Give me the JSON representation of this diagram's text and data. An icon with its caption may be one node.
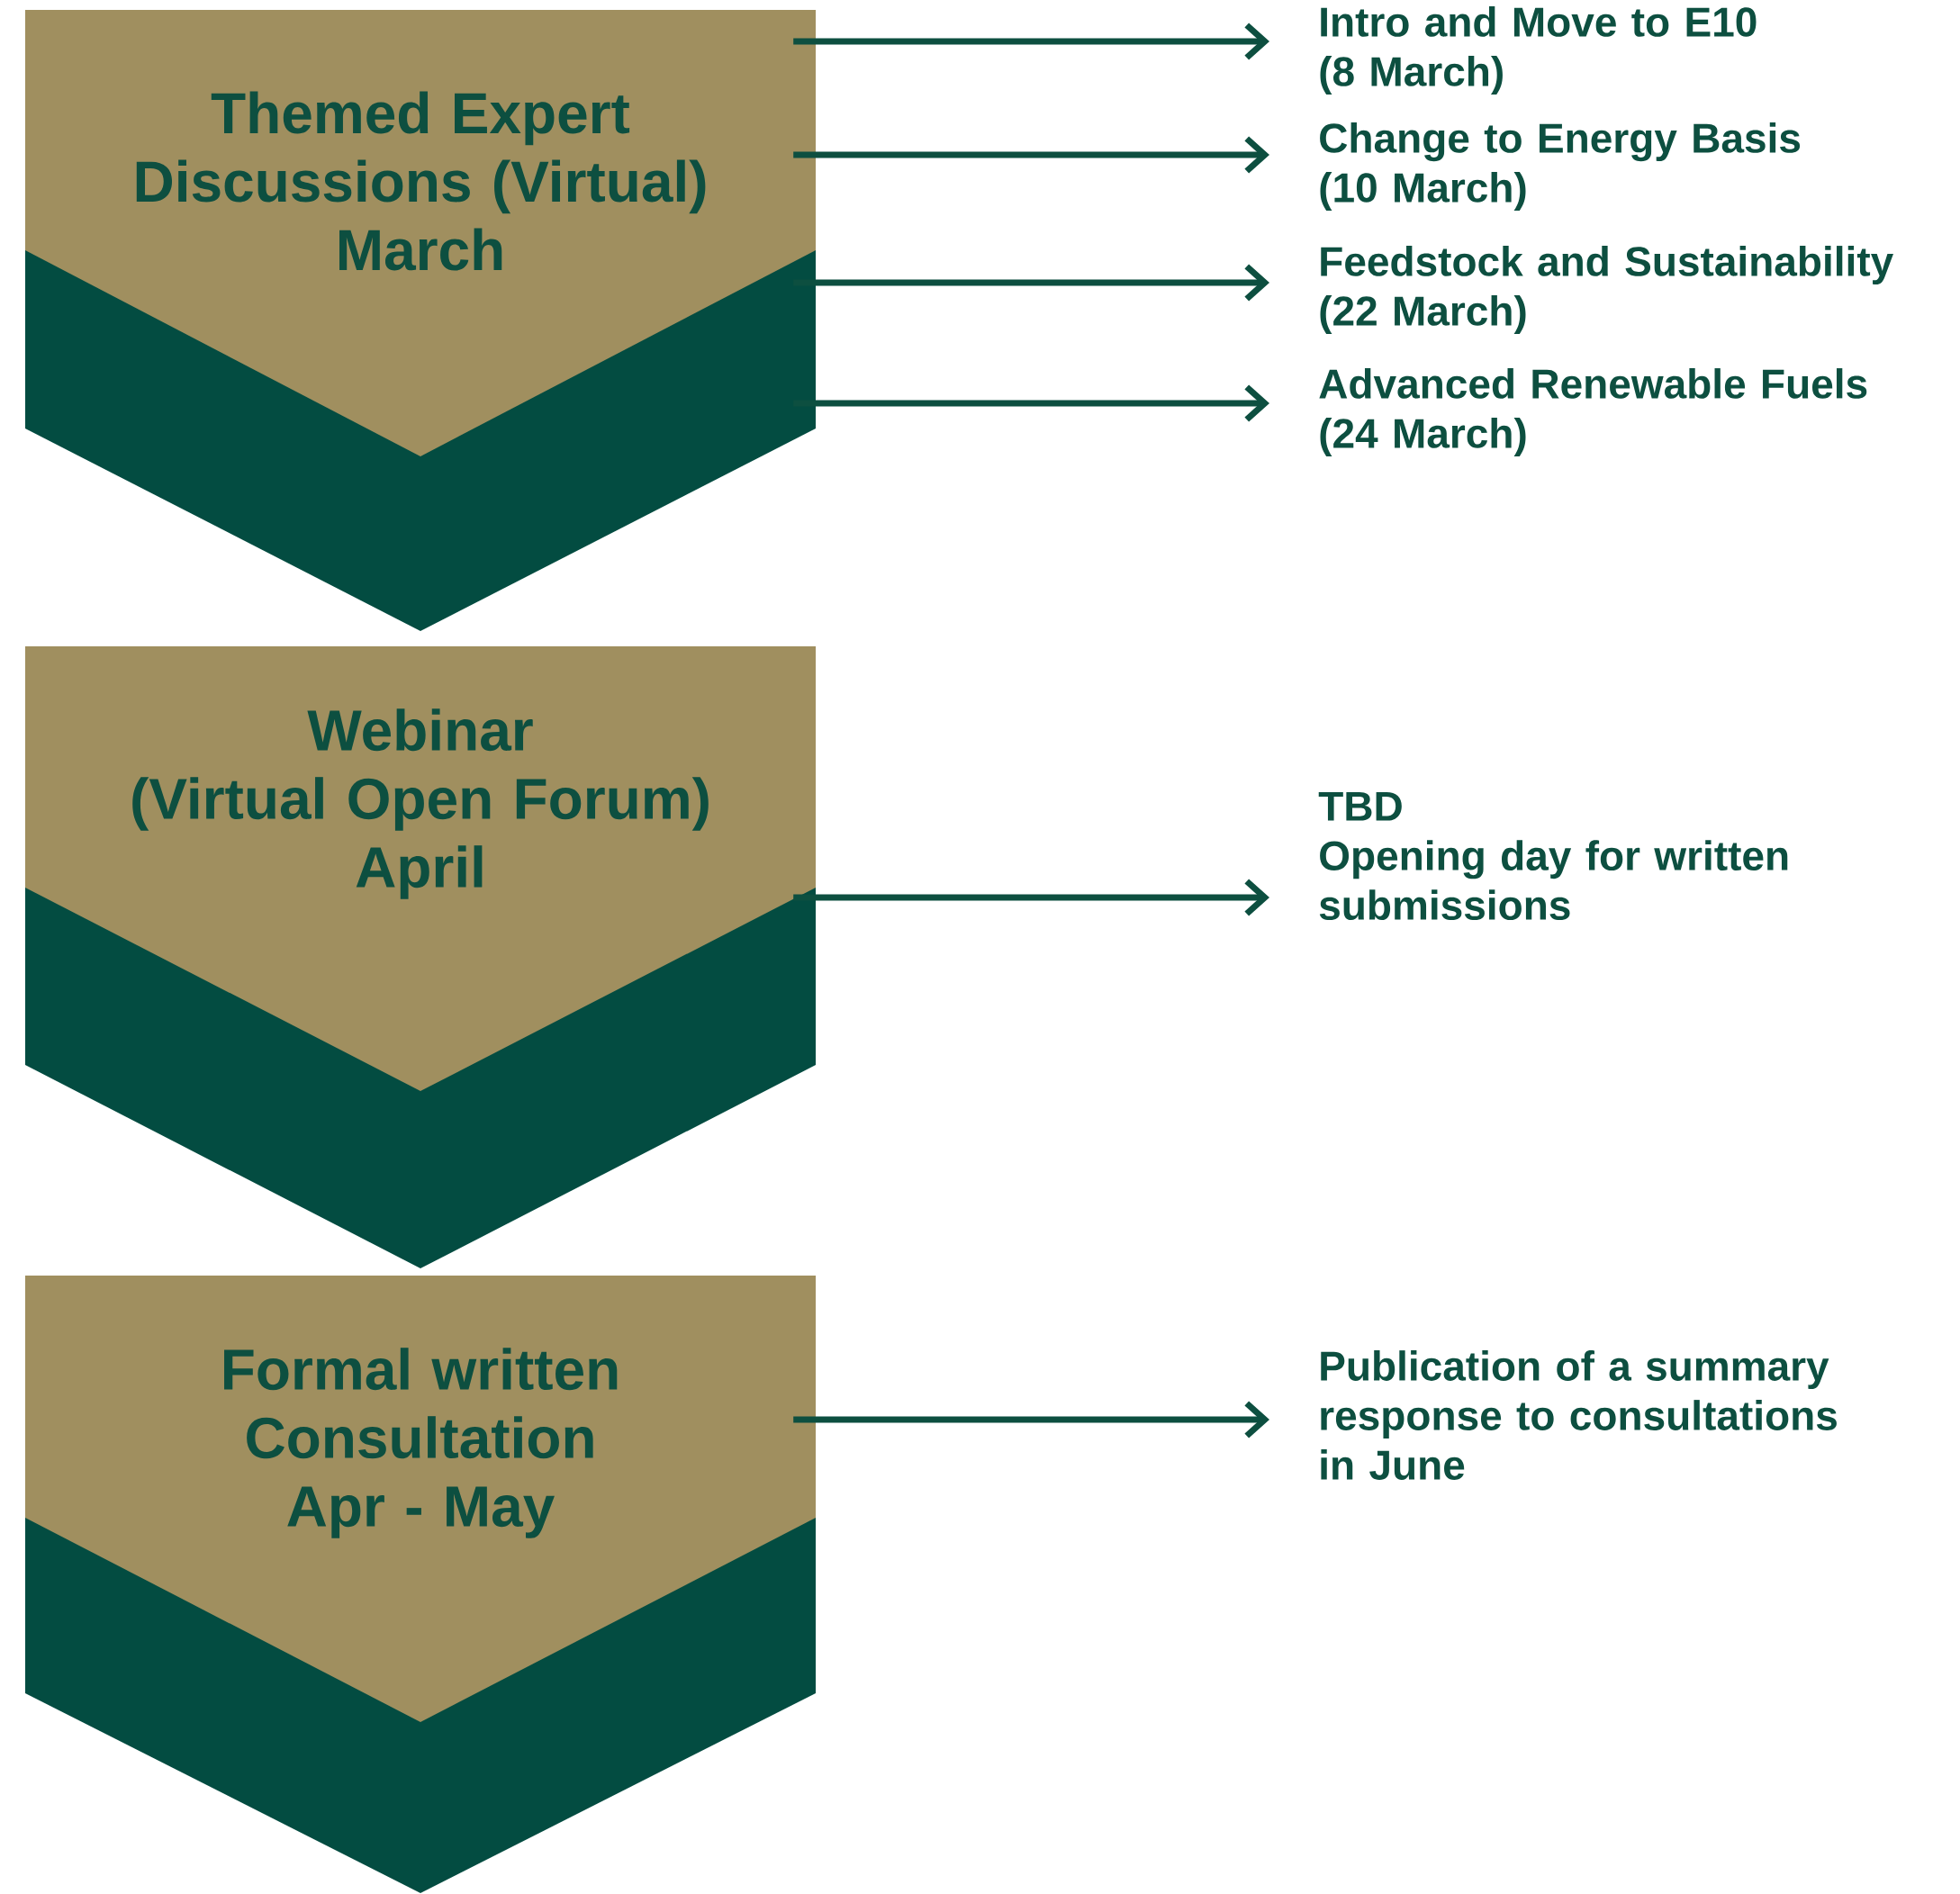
{
  "diagram": {
    "nodes": [
      {
        "text": [
          "Themed Expert Discussions (Virtual)",
          "March"
        ]
      },
      {
        "text": [
          "Intro and Move to E10",
          "(8 March)"
        ]
      },
      {
        "text": [
          "Change to Energy Basis",
          "(10 March)"
        ]
      },
      {
        "text": [
          "Feedstock and Sustainability",
          "(22 March)"
        ]
      },
      {
        "text": [
          "Advanced Renewable Fuels",
          "(24 March)"
        ]
      },
      {
        "text": [
          "Webinar",
          "(Virtual Open Forum)",
          "April"
        ]
      },
      {
        "text": [
          "TBD",
          "Opening day for written submissions"
        ]
      },
      {
        "text": [
          "Formal written Consultation",
          "Apr - May"
        ]
      },
      {
        "text": [
          "Publication of a summary response to consultations in June"
        ]
      }
    ],
    "edges": [
      {
        "from": 0,
        "to": 1,
        "arrow": "to"
      },
      {
        "from": 0,
        "to": 2,
        "arrow": "to"
      },
      {
        "from": 0,
        "to": 3,
        "arrow": "to"
      },
      {
        "from": 0,
        "to": 4,
        "arrow": "to"
      },
      {
        "from": 5,
        "to": 6,
        "arrow": "to"
      },
      {
        "from": 7,
        "to": 8,
        "arrow": "to"
      }
    ]
  }
}
